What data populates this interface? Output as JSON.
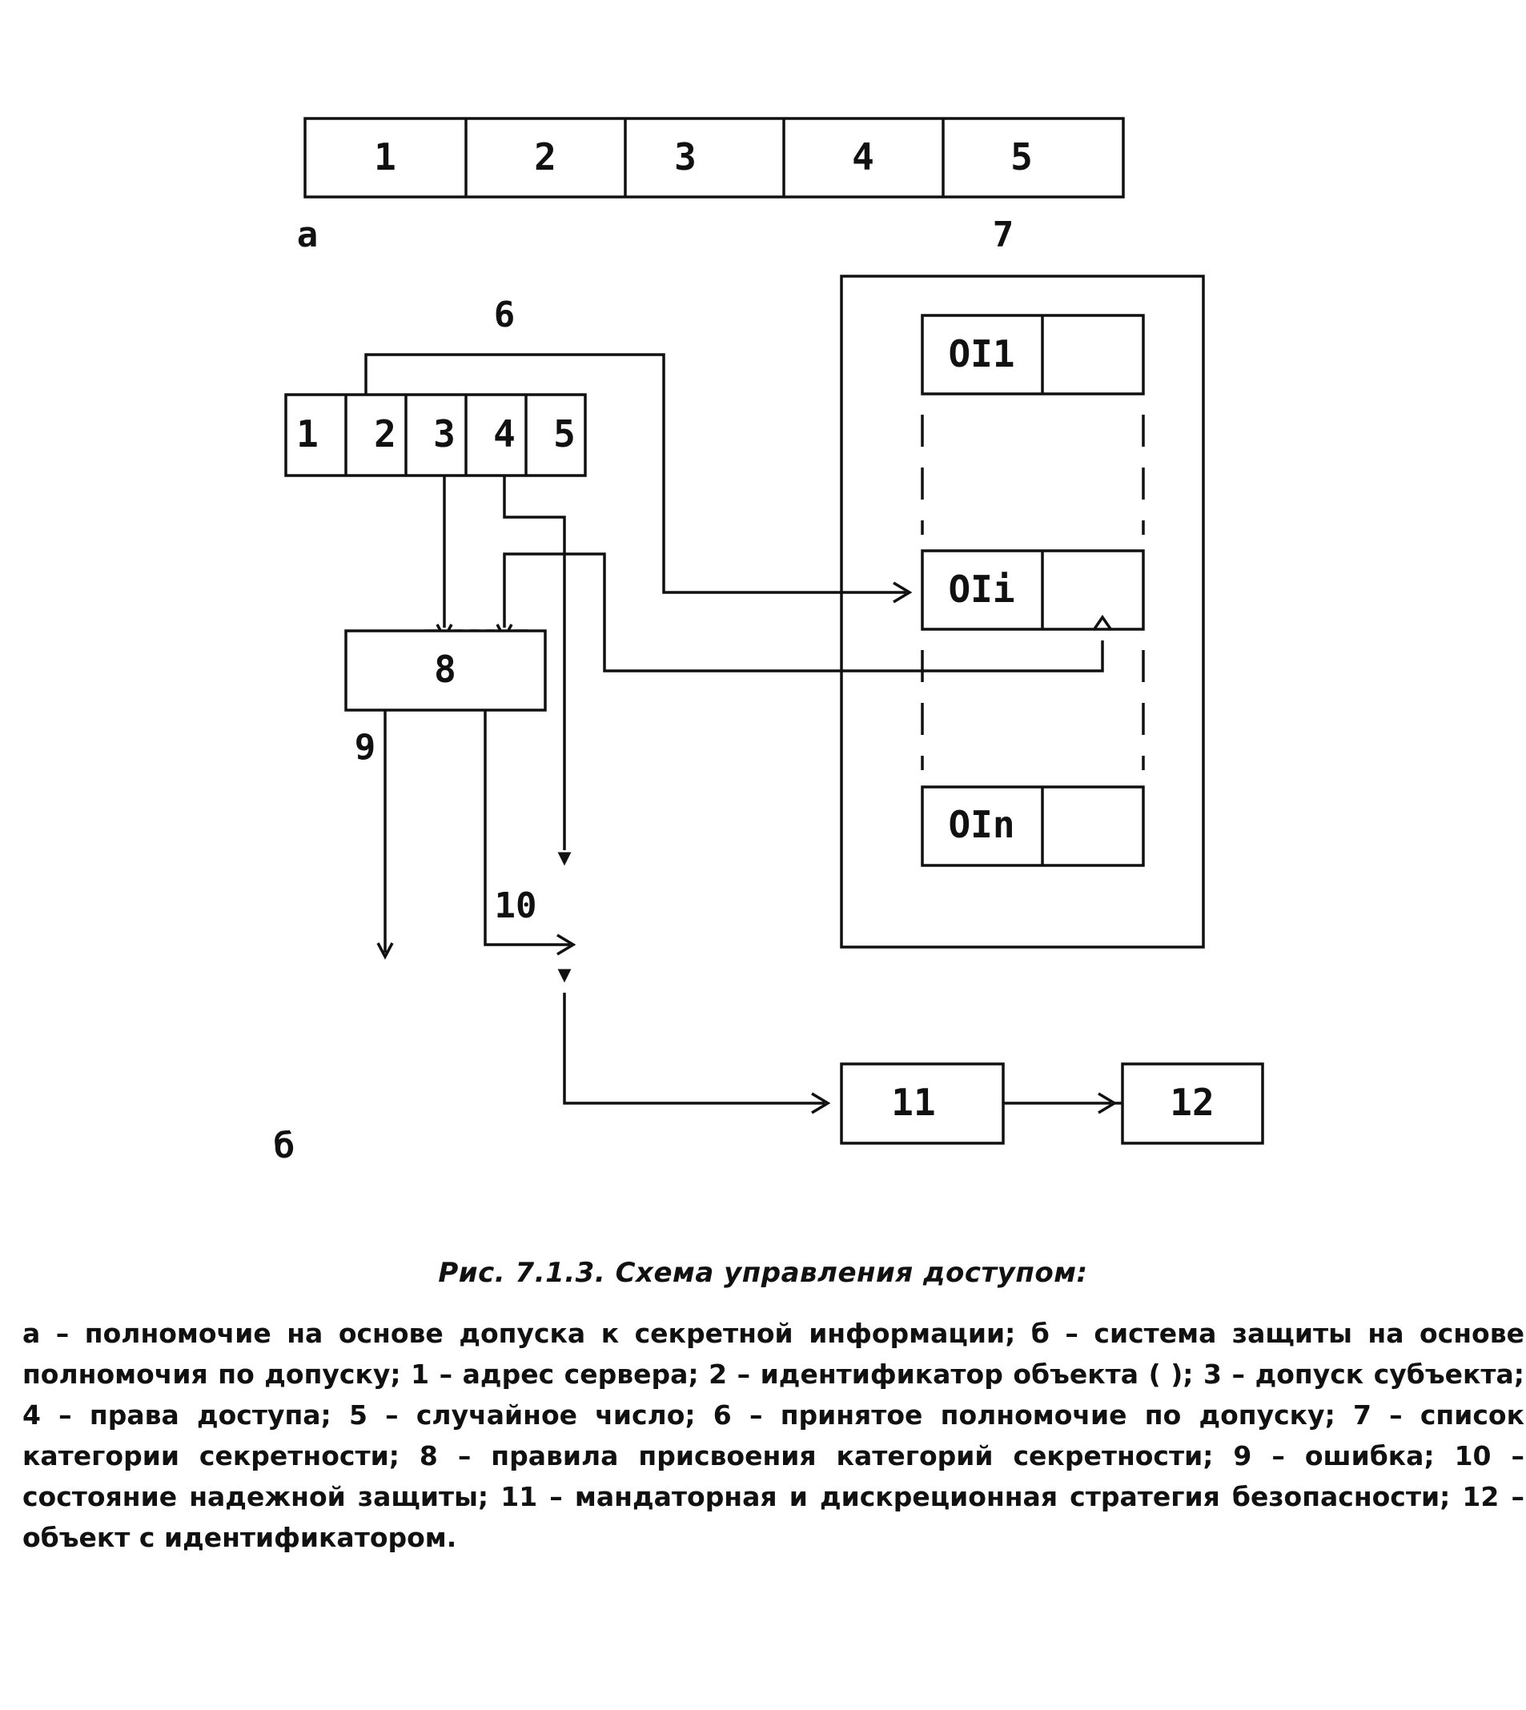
{
  "part_a": {
    "label": "а",
    "cells": [
      "1",
      "2",
      "3",
      "4",
      "5"
    ]
  },
  "part_b": {
    "label": "б",
    "cells": [
      "1",
      "2",
      "3",
      "4",
      "5"
    ],
    "label_6": "6",
    "label_7": "7",
    "block_8": "8",
    "label_9": "9",
    "label_10": "10",
    "block_11": "11",
    "block_12": "12",
    "objects": [
      "OI1",
      "OIi",
      "OIn"
    ]
  },
  "caption": {
    "title": "Рис. 7.1.3. Схема управления доступом:",
    "text": "а – полномочие на основе допуска к секретной информации; б – система защиты на основе полномочия по допуску; 1 – адрес сервера; 2 – идентификатор объекта ( ); 3 – допуск субъекта; 4 – права доступа; 5 – случайное число; 6 – принятое полномочие по допуску; 7 – список категории секретности; 8 – правила присвоения категорий секретности; 9 – ошибка; 10 – состояние надежной защиты; 11 – мандаторная и дискреционная стратегия безопасности; 12 – объект с идентификатором."
  }
}
